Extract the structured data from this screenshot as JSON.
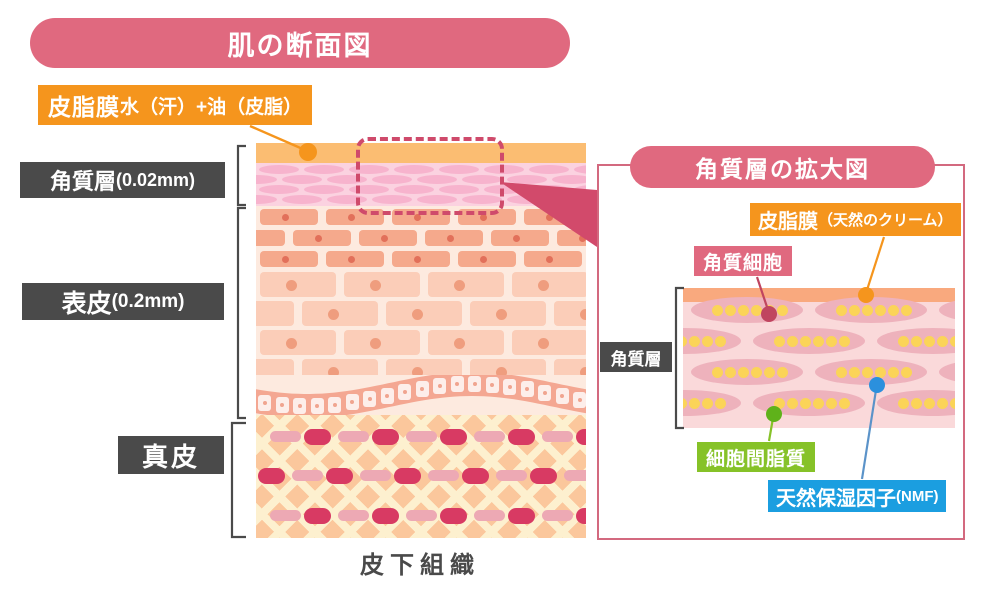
{
  "page": {
    "background": "#ffffff",
    "accent_pink": "#e0697f",
    "accent_orange": "#f5951d",
    "accent_green": "#86c228",
    "accent_blue": "#1b9ee0",
    "accent_dark": "#4a4a4a"
  },
  "main_panel": {
    "title": "肌の断面図",
    "sebum_label": {
      "main": "皮脂膜",
      "sub": "水（汗）+油（皮脂）"
    },
    "layer_labels": [
      {
        "main": "角質層",
        "sub": "(0.02mm)"
      },
      {
        "main": "表皮",
        "sub": "(0.2mm)"
      },
      {
        "main": "真皮",
        "sub": ""
      }
    ],
    "caption": "皮下組織",
    "highlight_box": "dashed-zoom-region"
  },
  "zoom_panel": {
    "title": "角質層の拡大図",
    "corneum_label": "角質層",
    "callouts": [
      {
        "id": "sebum-film",
        "main": "皮脂膜",
        "sub": "（天然のクリーム）",
        "color": "#f5951d"
      },
      {
        "id": "corneocyte",
        "main": "角質細胞",
        "sub": "",
        "color": "#e0697f"
      },
      {
        "id": "intercellular-lipid",
        "main": "細胞間脂質",
        "sub": "",
        "color": "#86c228"
      },
      {
        "id": "nmf",
        "main": "天然保湿因子",
        "sub": "(NMF)",
        "color": "#1b9ee0"
      }
    ]
  }
}
